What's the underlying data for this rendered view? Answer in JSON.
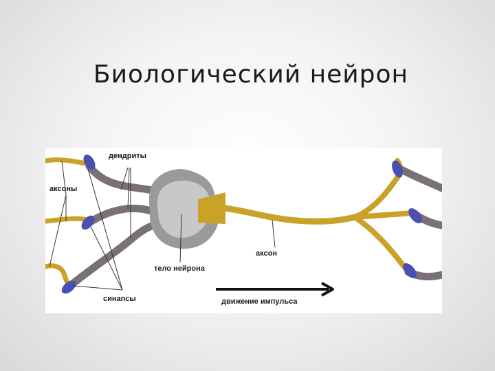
{
  "slide": {
    "title": "Биологический нейрон"
  },
  "diagram": {
    "labels": {
      "dendrites": "дендриты",
      "axons": "аксоны",
      "soma": "тело нейрона",
      "axon": "аксон",
      "synapses": "синапсы",
      "impulse": "движение импульса"
    },
    "colors": {
      "axon": "#c9a227",
      "dendrite": "#7a7078",
      "soma_outer": "#9a9a9a",
      "soma_inner": "#c8c8c8",
      "nucleus": "#d0145a",
      "synapse": "#4a4fb0",
      "arrow": "#111111"
    }
  }
}
